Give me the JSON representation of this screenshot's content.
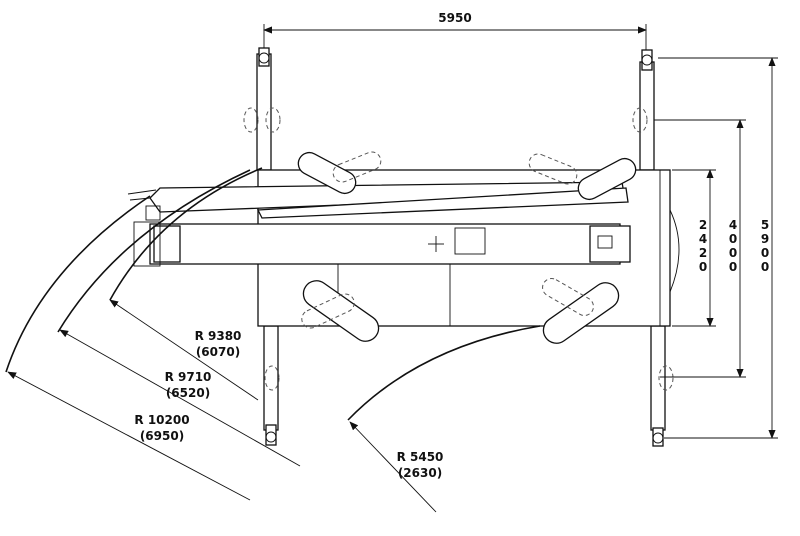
{
  "dimensions": {
    "top_width": "5950",
    "height_a": [
      "2",
      "4",
      "2",
      "0"
    ],
    "height_b": [
      "4",
      "0",
      "0",
      "0"
    ],
    "height_c": [
      "5",
      "9",
      "0",
      "0"
    ]
  },
  "radii": [
    {
      "r": "R 9380",
      "alt": "(6070)"
    },
    {
      "r": "R 9710",
      "alt": "(6520)"
    },
    {
      "r": "R 10200",
      "alt": "(6950)"
    },
    {
      "r": "R 5450",
      "alt": "(2630)"
    }
  ]
}
